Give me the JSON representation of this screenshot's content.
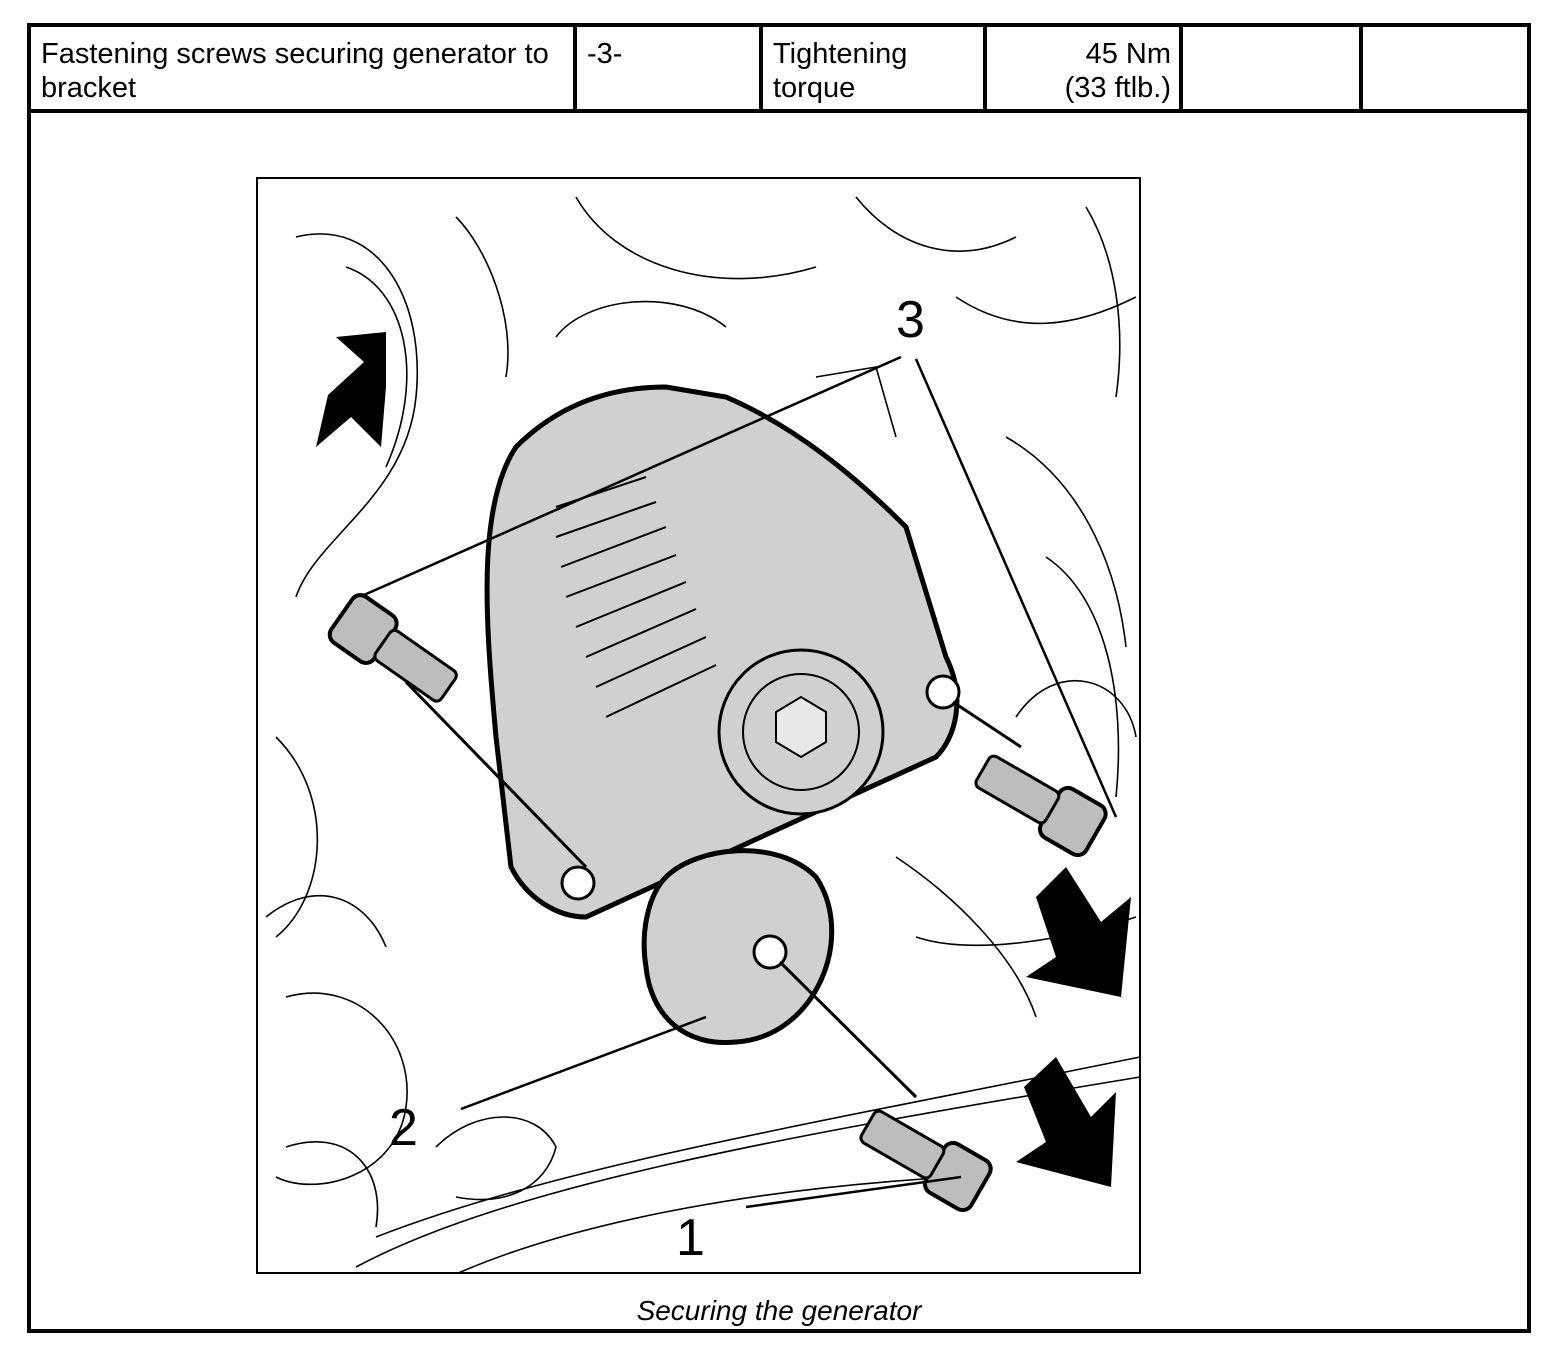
{
  "spec_row": {
    "description": "Fastening screws securing generator to bracket",
    "item": "-3-",
    "type": "Tightening torque",
    "value": "45 Nm",
    "value_imperial": "(33 ftlb.)",
    "blank1": "",
    "blank2": ""
  },
  "figure": {
    "callouts": {
      "one": "1",
      "two": "2",
      "three": "3"
    },
    "caption": "Securing the generator"
  },
  "colors": {
    "part_fill": "#d0d0d0",
    "line": "#000000"
  },
  "icons": [
    "arrow-icon",
    "bolt-icon",
    "generator-illustration"
  ]
}
